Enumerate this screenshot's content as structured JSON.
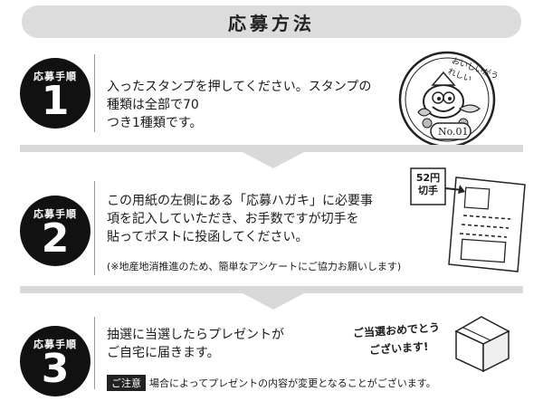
{
  "header": {
    "title": "応募方法"
  },
  "steps": [
    {
      "badge_label": "応募手順",
      "number": "1",
      "lines": [
        "入ったスタンプを押してください。スタンプの",
        "種類は全部で70",
        "つき1種類です。"
      ]
    },
    {
      "badge_label": "応募手順",
      "number": "2",
      "lines": [
        "この用紙の左側にある「応募ハガキ」に必要事",
        "項を記入していただき、お手数ですが切手を",
        "貼ってポストに投函してください。"
      ],
      "note": "(※地産地消推進のため、簡単なアンケートにご協力お願いします)"
    },
    {
      "badge_label": "応募手順",
      "number": "3",
      "lines": [
        "抽選に当選したらプレゼントが",
        "ご自宅に届きます。"
      ]
    }
  ],
  "stamp": {
    "top_text": "おいしいがうれしい",
    "code": "No.01"
  },
  "postcard": {
    "stamp_label_1": "52円",
    "stamp_label_2": "切手"
  },
  "gift": {
    "line1": "ご当選おめでとう",
    "line2": "ございます!"
  },
  "caution": {
    "tag": "ご注意",
    "text": "場合によってプレゼントの内容が変更となることがございます。"
  }
}
